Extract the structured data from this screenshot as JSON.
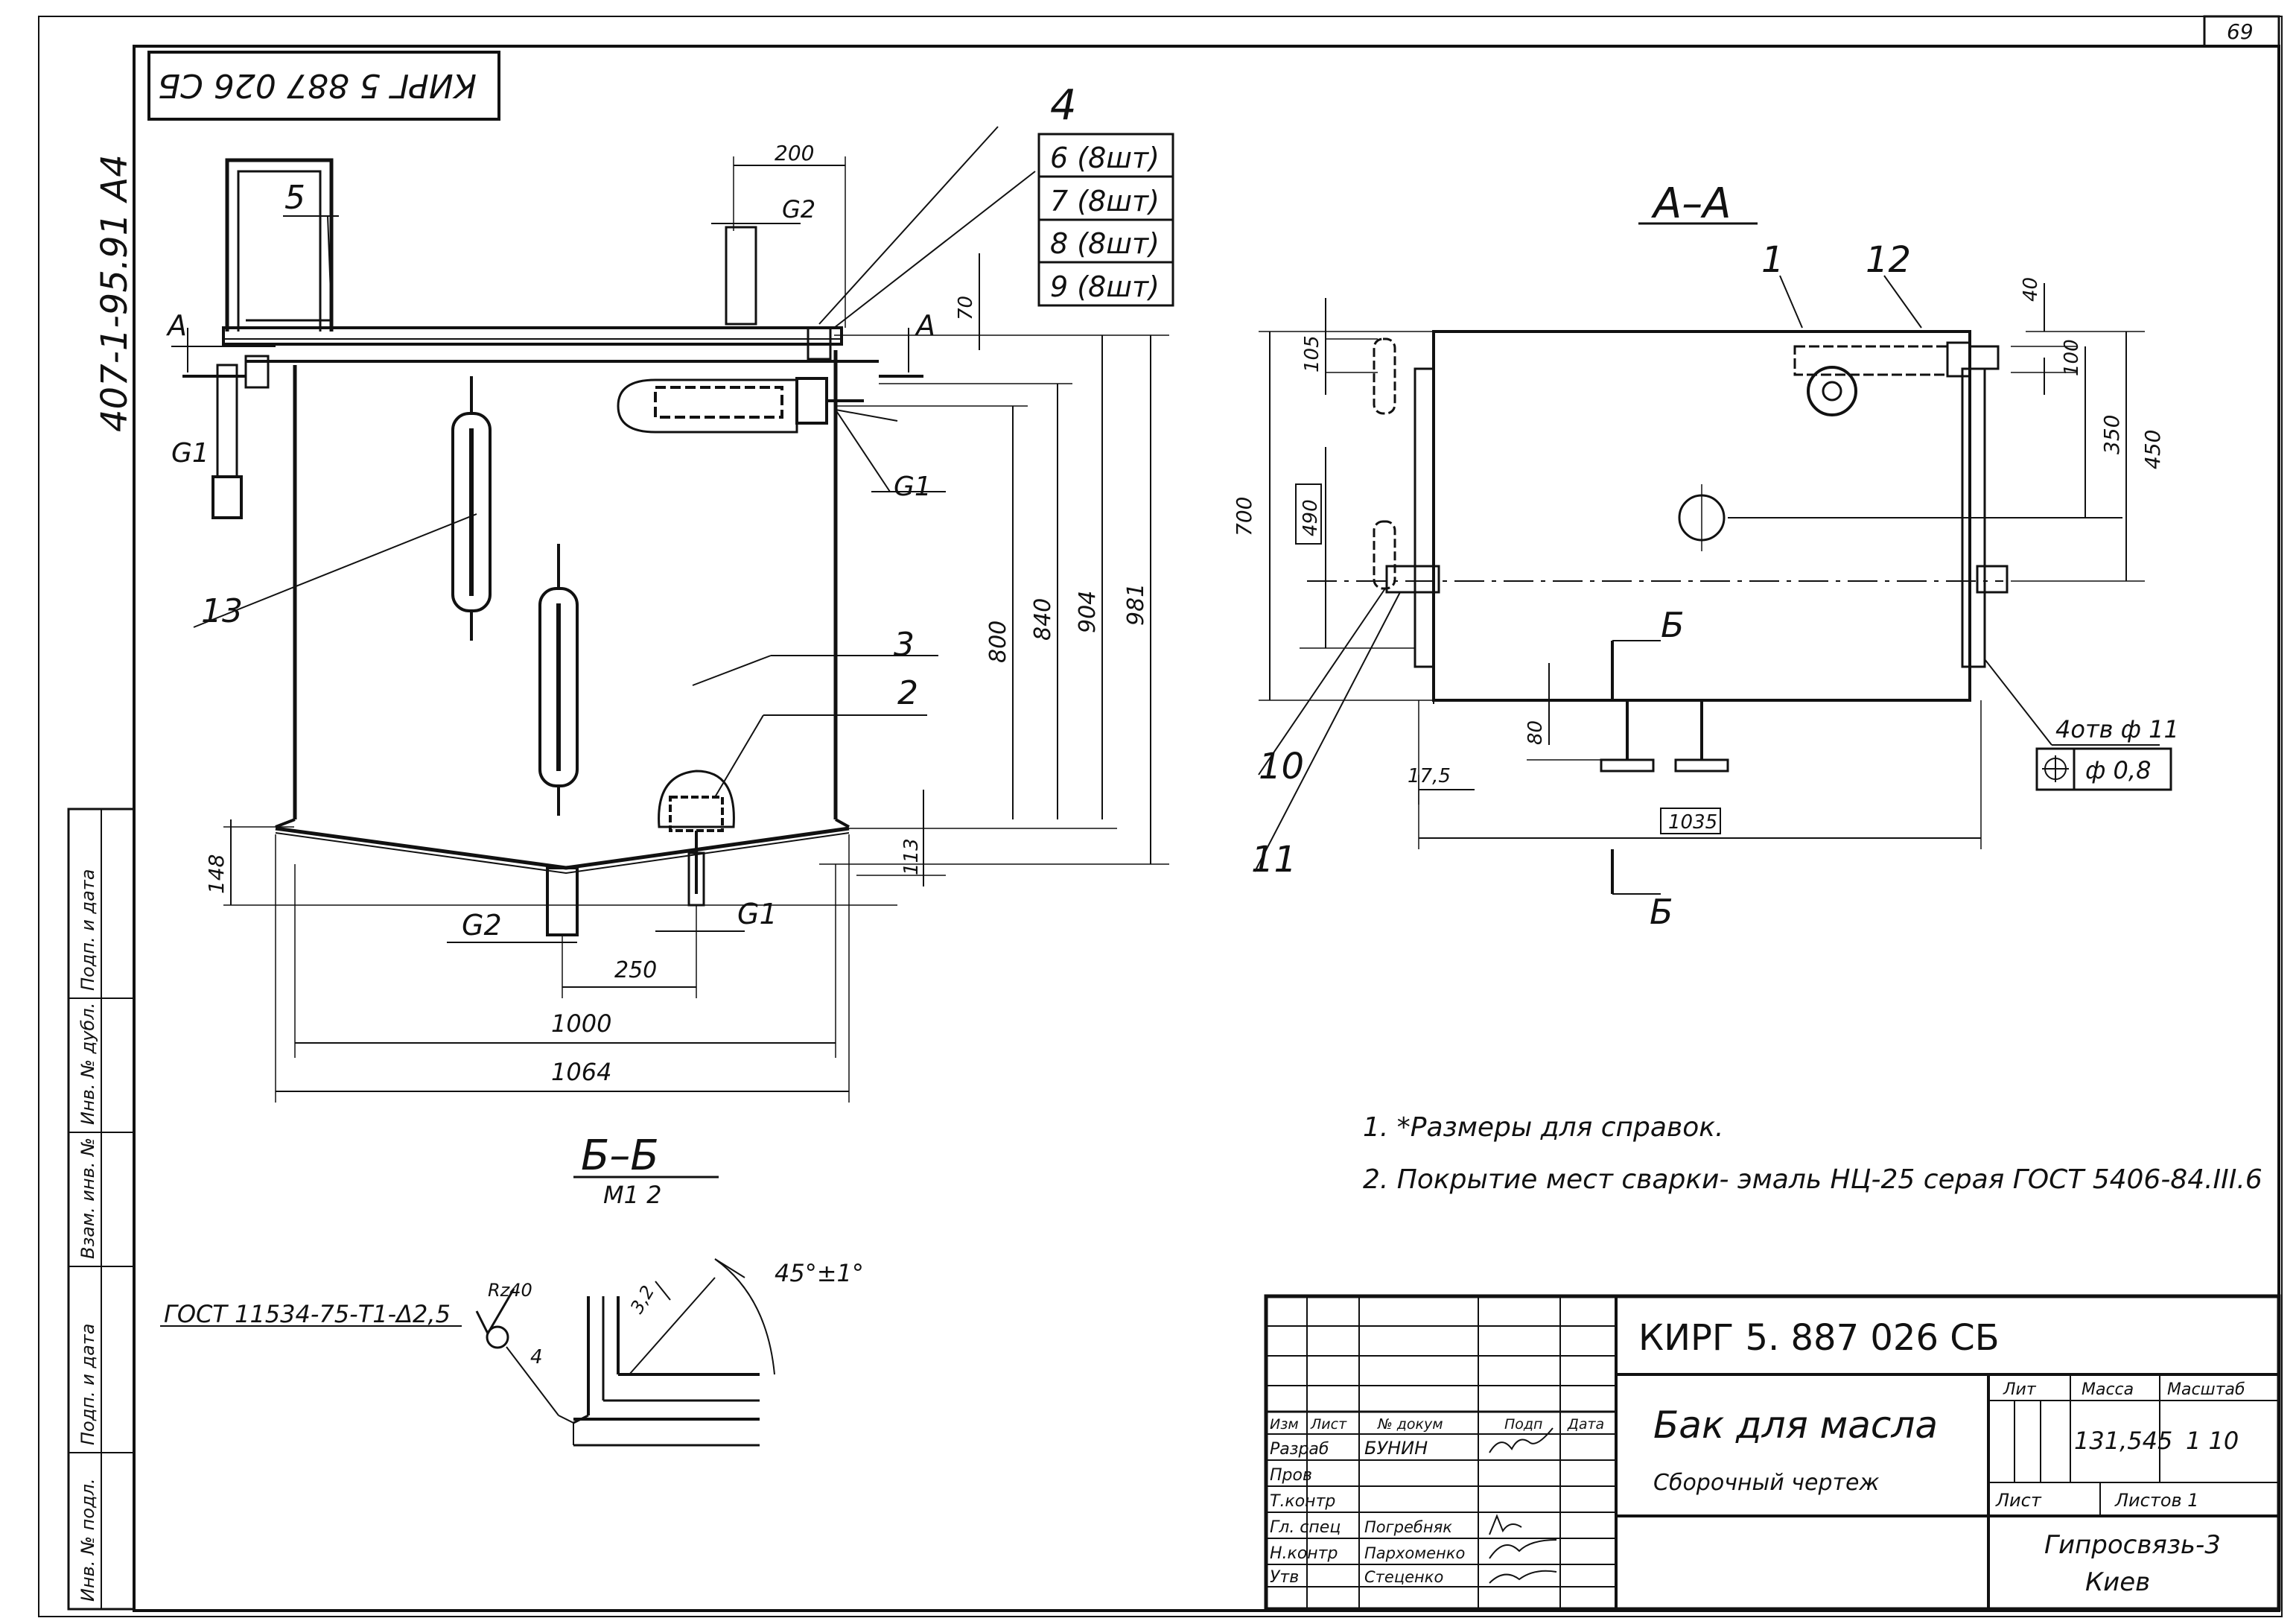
{
  "sheet": {
    "number": "69",
    "stamp_code": "КИРГ 5 887 026 СБ",
    "side_label": "407-1-95.91 А4"
  },
  "callouts": {
    "c1": "1",
    "c2": "2",
    "c3": "3",
    "c4": "4",
    "c5": "5",
    "c10": "10",
    "c11": "11",
    "c12": "12",
    "c13": "13"
  },
  "parts_list": [
    "6 (8шт)",
    "7 (8шт)",
    "8 (8шт)",
    "9 (8шт)"
  ],
  "section_bb": {
    "title": "Б–Б",
    "scale": "М1 2",
    "cut_a_left": "А",
    "cut_a_right": "А",
    "threads": {
      "g1_left": "G1",
      "g1_right": "G1",
      "g2_top": "G2",
      "g2_bottom": "G2",
      "g1_bottom": "G1"
    },
    "dims": {
      "d200": "200",
      "d70": "70",
      "d800": "800",
      "d840": "840",
      "d904": "904",
      "d981": "981",
      "d148": "148",
      "d113": "113",
      "d250": "250",
      "d1000": "1000",
      "d1064": "1064"
    }
  },
  "section_aa": {
    "title": "А–А",
    "cut_b_top": "Б",
    "cut_b_bottom": "Б",
    "dims": {
      "d105": "105",
      "d490": "490",
      "d700": "700",
      "d40": "40",
      "d100": "100",
      "d350": "350",
      "d450": "450",
      "d80": "80",
      "d17_5": "17,5",
      "d1035": "1035"
    },
    "holes_note": "4отв ф 11",
    "tolerance": "ф 0,8"
  },
  "weld_detail": {
    "standard": "ГОСТ 11534-75-Т1-Δ2,5",
    "roughness": "Rz40",
    "leg": "4",
    "angle": "45°±1°",
    "dim_3_2": "3,2"
  },
  "notes": [
    "1. *Размеры для справок.",
    "2. Покрытие мест сварки- эмаль НЦ-25 серая ГОСТ 5406-84.III.6"
  ],
  "side_strip": [
    "Подп. и дата",
    "Взам. инв. №",
    "Инв. № дубл.",
    "Подп. и дата",
    "Инв. № подл."
  ],
  "title_block": {
    "doc_code": "КИРГ 5. 887 026 СБ",
    "name": "Бак для масла",
    "doc_type": "Сборочный чертеж",
    "head_lit": "Лит",
    "head_mass": "Масса",
    "head_scale": "Масштаб",
    "mass": "131,545",
    "scale": "1 10",
    "sheet_label": "Лист",
    "sheets_label": "Листов 1",
    "org": "Гипросвязь-3",
    "city": "Киев",
    "col_izm": "Изм",
    "col_list": "Лист",
    "col_doc": "№ докум",
    "col_sign": "Подп",
    "col_date": "Дата",
    "roles": [
      "Разраб",
      "Пров",
      "Т.контр",
      "Гл. спец",
      "Н.контр",
      "Утв"
    ],
    "people": [
      "БУНИН",
      "",
      "",
      "Погребняк",
      "Пархоменко",
      "Стеценко"
    ]
  }
}
